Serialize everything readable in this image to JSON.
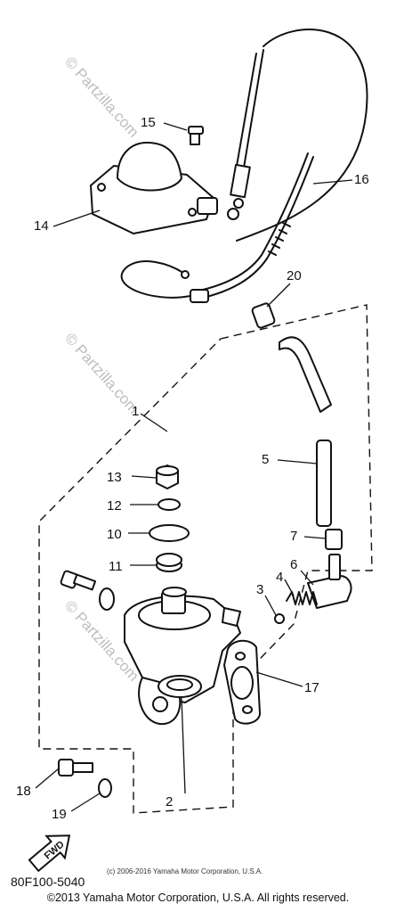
{
  "watermarks": [
    "© Partzilla.com",
    "© Partzilla.com",
    "© Partzilla.com"
  ],
  "callouts": {
    "c1": "1",
    "c2": "2",
    "c3": "3",
    "c4": "4",
    "c5": "5",
    "c6": "6",
    "c7": "7",
    "c10": "10",
    "c11": "11",
    "c12": "12",
    "c13": "13",
    "c14": "14",
    "c15": "15",
    "c16": "16",
    "c17": "17",
    "c18": "18",
    "c19": "19",
    "c20": "20"
  },
  "find_badge": "FWD",
  "part_code": "80F100-5040",
  "diagram_copyright": "(c) 2006-2016 Yamaha Motor Corporation, U.S.A.",
  "footer_copyright": "©2013 Yamaha Motor Corporation, U.S.A. All rights reserved.",
  "colors": {
    "ink": "#111111",
    "watermark": "#bdbdbd",
    "background": "#ffffff"
  }
}
